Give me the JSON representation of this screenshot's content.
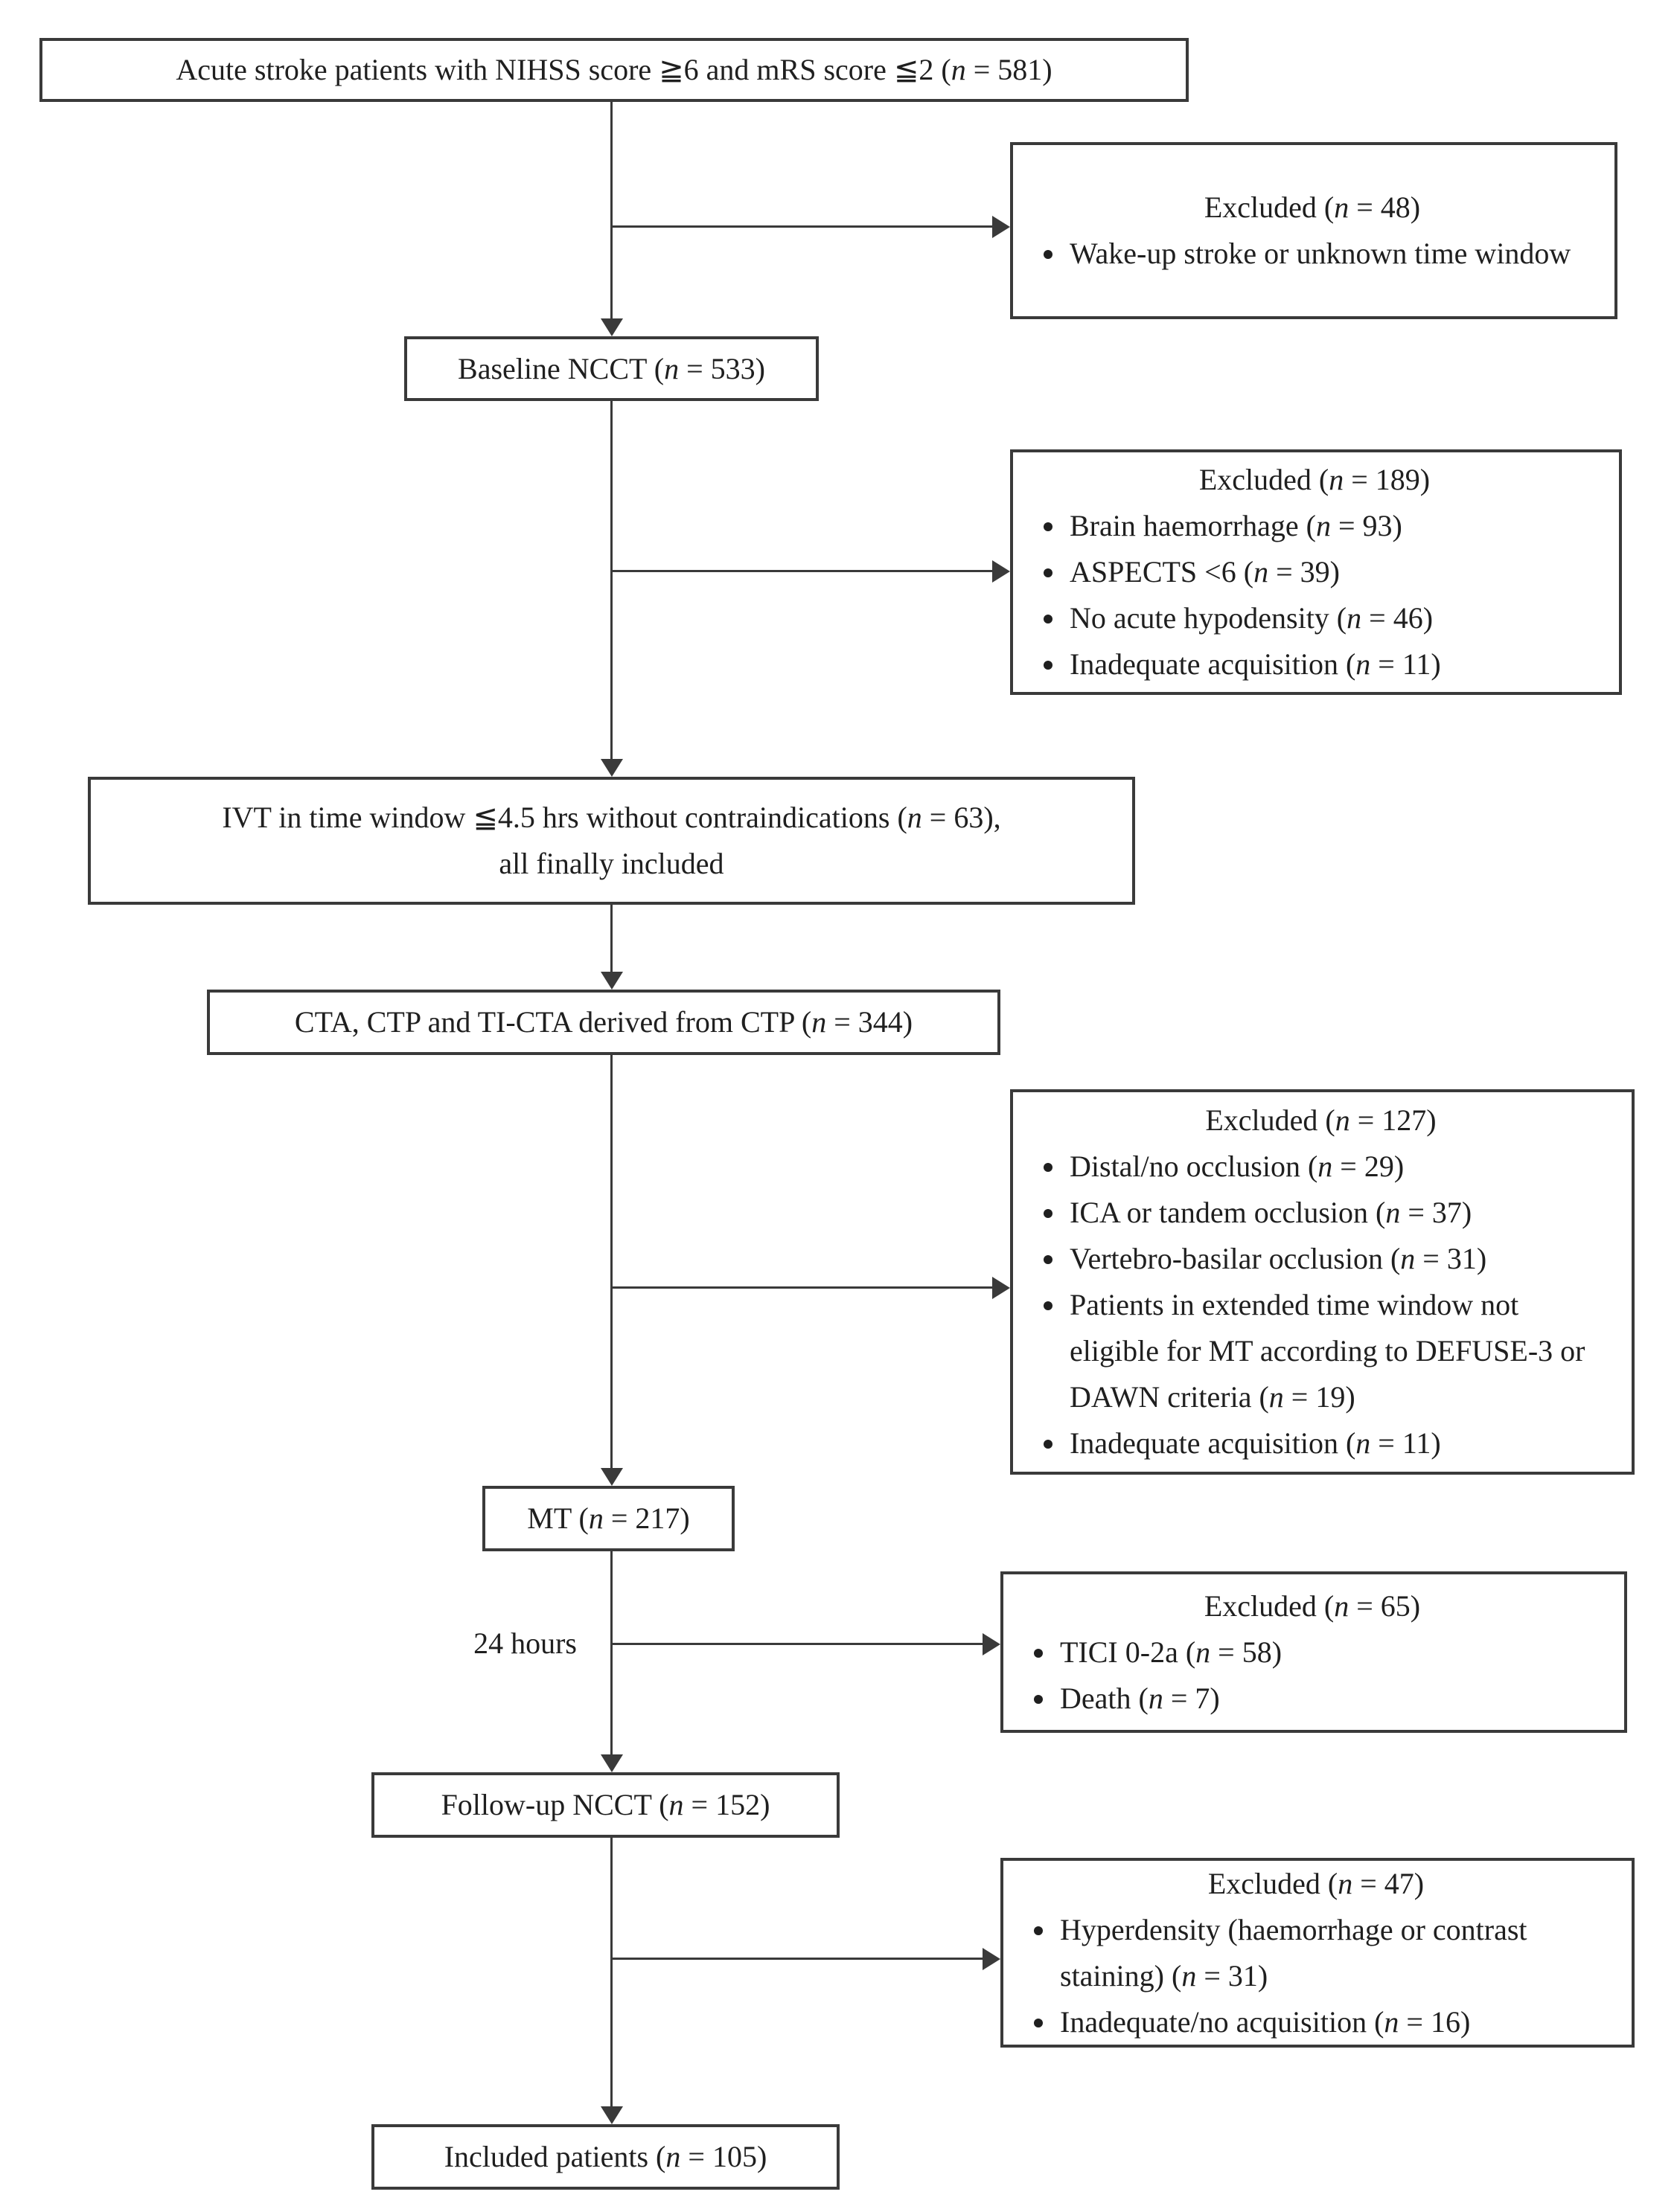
{
  "diagram": {
    "colors": {
      "ink": "#1f1f1f",
      "border": "#3a3a3a"
    },
    "labels": {
      "timepoint": "24 hours"
    },
    "boxes": {
      "acute": {
        "text": "Acute stroke patients with NIHSS score ≧6 and mRS score ≦2 (n = 581)"
      },
      "excluded_wakeup": {
        "title": "Excluded (n = 48)",
        "items": [
          "Wake-up stroke or unknown time window"
        ]
      },
      "baseline_ncct": {
        "text": "Baseline NCCT (n = 533)"
      },
      "excluded_baseline": {
        "title": "Excluded (n = 189)",
        "items": [
          "Brain haemorrhage (n = 93)",
          "ASPECTS <6 (n = 39)",
          "No acute hypodensity (n = 46)",
          "Inadequate acquisition (n = 11)"
        ]
      },
      "ivt": {
        "line1": "IVT in time window ≦4.5 hrs without contraindications (n = 63),",
        "line2": "all finally included"
      },
      "cta": {
        "text": "CTA, CTP and TI-CTA derived from CTP (n = 344)"
      },
      "excluded_cta": {
        "title": "Excluded (n = 127)",
        "items": [
          "Distal/no occlusion (n = 29)",
          "ICA or tandem occlusion (n = 37)",
          "Vertebro-basilar occlusion (n = 31)",
          "Patients in extended time window not eligible for MT according to DEFUSE-3 or DAWN criteria (n = 19)",
          "Inadequate acquisition (n = 11)"
        ]
      },
      "mt": {
        "text": "MT (n = 217)"
      },
      "excluded_mt": {
        "title": "Excluded (n = 65)",
        "items": [
          "TICI 0-2a (n = 58)",
          "Death (n = 7)"
        ]
      },
      "followup_ncct": {
        "text": "Follow-up NCCT (n = 152)"
      },
      "excluded_followup": {
        "title": "Excluded (n = 47)",
        "items": [
          "Hyperdensity (haemorrhage or contrast staining) (n = 31)",
          "Inadequate/no acquisition (n = 16)"
        ]
      },
      "included": {
        "text": "Included patients (n = 105)"
      }
    }
  }
}
